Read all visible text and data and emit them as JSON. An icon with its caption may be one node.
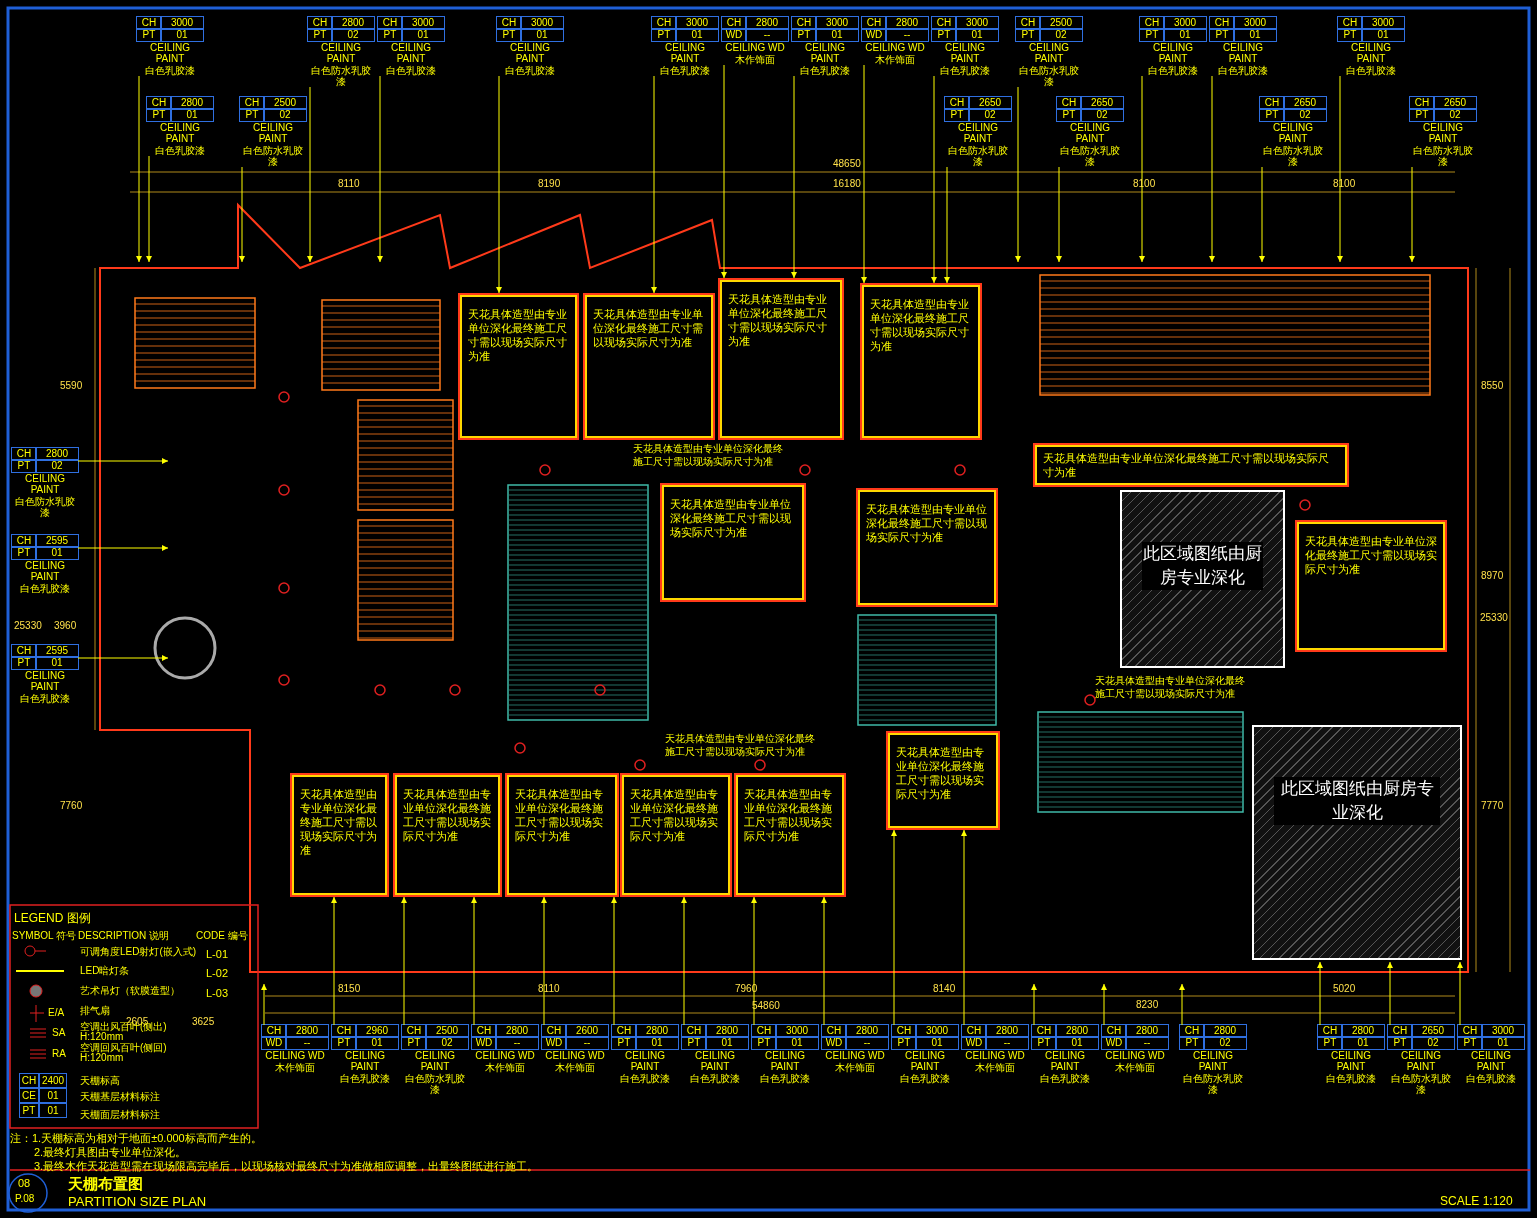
{
  "diagram": {
    "title": "天棚布置图",
    "nodes": [
      {
        "text": [
          "天花具体造型由专业单位深化最终施工尺寸需以现场实际尺寸为准"
        ]
      },
      {
        "text": [
          "天花具体造型由专业单位深化最终施工尺寸需以现场实际尺寸为准"
        ]
      },
      {
        "text": [
          "天花具体造型由专业单位深化最终施工尺寸需以现场实际尺寸为准"
        ]
      },
      {
        "text": [
          "天花具体造型由专业单位深化最终施工尺寸需以现场实际尺寸为准"
        ]
      },
      {
        "text": [
          "天花具体造型由专业单位深化最终施工尺寸需以现场实际尺寸为准"
        ]
      },
      {
        "text": [
          "天花具体造型由专业单位深化最终施工尺寸需以现场实际尺寸为准"
        ]
      },
      {
        "text": [
          "天花具体造型由专业单位深化最终施工尺寸需以现场实际尺寸为准"
        ]
      },
      {
        "text": [
          "此区域图纸由厨房专业深化"
        ]
      },
      {
        "text": [
          "此区域图纸由厨房专业深化"
        ]
      },
      {
        "text": [
          "天花具体造型由专业单位深化最终施工尺寸需以现场实际尺寸为准"
        ]
      },
      {
        "text": [
          "天花具体造型由专业单位深化最终施工尺寸需以现场实际尺寸为准"
        ]
      },
      {
        "text": [
          "天花具体造型由专业单位深化最终施工尺寸需以现场实际尺寸为准"
        ]
      },
      {
        "text": [
          "天花具体造型由专业单位深化最终施工尺寸需以现场实际尺寸为准"
        ]
      },
      {
        "text": [
          "天花具体造型由专业单位深化最终施工尺寸需以现场实际尺寸为准"
        ]
      },
      {
        "text": [
          "天花具体造型由专业单位深化最终施工尺寸需以现场实际尺寸为准"
        ]
      },
      {
        "text": [
          "天花具体造型由专业单位深化最终施工尺寸需以现场实际尺寸为准"
        ]
      },
      {
        "text": [
          "CH",
          "3000",
          "PT",
          "01",
          "CEILING PAINT",
          "白色乳胶漆"
        ]
      },
      {
        "text": [
          "CH",
          "2800",
          "PT",
          "02",
          "CEILING PAINT",
          "白色防水乳胶漆"
        ]
      },
      {
        "text": [
          "CH",
          "3000",
          "PT",
          "01",
          "CEILING PAINT",
          "白色乳胶漆"
        ]
      },
      {
        "text": [
          "CH",
          "3000",
          "PT",
          "01",
          "CEILING PAINT",
          "白色乳胶漆"
        ]
      },
      {
        "text": [
          "CH",
          "3000",
          "PT",
          "01",
          "CEILING PAINT",
          "白色乳胶漆"
        ]
      },
      {
        "text": [
          "CH",
          "2800",
          "WD",
          "--",
          "CEILING WD",
          "木作饰面"
        ]
      },
      {
        "text": [
          "CH",
          "3000",
          "PT",
          "01",
          "CEILING PAINT",
          "白色乳胶漆"
        ]
      },
      {
        "text": [
          "CH",
          "2800",
          "WD",
          "--",
          "CEILING WD",
          "木作饰面"
        ]
      },
      {
        "text": [
          "CH",
          "3000",
          "PT",
          "01",
          "CEILING PAINT",
          "白色乳胶漆"
        ]
      },
      {
        "text": [
          "CH",
          "2500",
          "PT",
          "02",
          "CEILING PAINT",
          "白色防水乳胶漆"
        ]
      },
      {
        "text": [
          "CH",
          "3000",
          "PT",
          "01",
          "CEILING PAINT",
          "白色乳胶漆"
        ]
      },
      {
        "text": [
          "CH",
          "3000",
          "PT",
          "01",
          "CEILING PAINT",
          "白色乳胶漆"
        ]
      },
      {
        "text": [
          "CH",
          "3000",
          "PT",
          "01",
          "CEILING PAINT",
          "白色乳胶漆"
        ]
      },
      {
        "text": [
          "CH",
          "2800",
          "PT",
          "01",
          "CEILING PAINT",
          "白色乳胶漆"
        ]
      },
      {
        "text": [
          "CH",
          "2500",
          "PT",
          "02",
          "CEILING PAINT",
          "白色防水乳胶漆"
        ]
      },
      {
        "text": [
          "CH",
          "2650",
          "PT",
          "02",
          "CEILING PAINT",
          "白色防水乳胶漆"
        ]
      },
      {
        "text": [
          "CH",
          "2650",
          "PT",
          "02",
          "CEILING PAINT",
          "白色防水乳胶漆"
        ]
      },
      {
        "text": [
          "CH",
          "2650",
          "PT",
          "02",
          "CEILING PAINT",
          "白色防水乳胶漆"
        ]
      },
      {
        "text": [
          "CH",
          "2650",
          "PT",
          "02",
          "CEILING PAINT",
          "白色防水乳胶漆"
        ]
      },
      {
        "text": [
          "CH",
          "2800",
          "PT",
          "02",
          "CEILING PAINT",
          "白色防水乳胶漆"
        ]
      },
      {
        "text": [
          "CH",
          "2595",
          "PT",
          "01",
          "CEILING PAINT",
          "白色乳胶漆"
        ]
      },
      {
        "text": [
          "CH",
          "2595",
          "PT",
          "01",
          "CEILING PAINT",
          "白色乳胶漆"
        ]
      },
      {
        "text": [
          "CH",
          "2800",
          "WD",
          "--",
          "CEILING WD",
          "木作饰面"
        ]
      },
      {
        "text": [
          "CH",
          "2960",
          "PT",
          "01",
          "CEILING PAINT",
          "白色乳胶漆"
        ]
      },
      {
        "text": [
          "CH",
          "2500",
          "PT",
          "02",
          "CEILING PAINT",
          "白色防水乳胶漆"
        ]
      },
      {
        "text": [
          "CH",
          "2800",
          "WD",
          "--",
          "CEILING WD",
          "木作饰面"
        ]
      },
      {
        "text": [
          "CH",
          "2600",
          "WD",
          "--",
          "CEILING WD",
          "木作饰面"
        ]
      },
      {
        "text": [
          "CH",
          "2800",
          "PT",
          "01",
          "CEILING PAINT",
          "白色乳胶漆"
        ]
      },
      {
        "text": [
          "CH",
          "2800",
          "PT",
          "01",
          "CEILING PAINT",
          "白色乳胶漆"
        ]
      },
      {
        "text": [
          "CH",
          "3000",
          "PT",
          "01",
          "CEILING PAINT",
          "白色乳胶漆"
        ]
      },
      {
        "text": [
          "CH",
          "2800",
          "WD",
          "--",
          "CEILING WD",
          "木作饰面"
        ]
      },
      {
        "text": [
          "CH",
          "3000",
          "PT",
          "01",
          "CEILING PAINT",
          "白色乳胶漆"
        ]
      },
      {
        "text": [
          "CH",
          "2800",
          "WD",
          "--",
          "CEILING WD",
          "木作饰面"
        ]
      },
      {
        "text": [
          "CH",
          "2800",
          "PT",
          "01",
          "CEILING PAINT",
          "白色乳胶漆"
        ]
      },
      {
        "text": [
          "CH",
          "2800",
          "WD",
          "--",
          "CEILING WD",
          "木作饰面"
        ]
      },
      {
        "text": [
          "CH",
          "2800",
          "PT",
          "02",
          "CEILING PAINT",
          "白色防水乳胶漆"
        ]
      },
      {
        "text": [
          "CH",
          "2800",
          "PT",
          "01",
          "CEILING PAINT",
          "白色乳胶漆"
        ]
      },
      {
        "text": [
          "CH",
          "2650",
          "PT",
          "02",
          "CEILING PAINT",
          "白色防水乳胶漆"
        ]
      },
      {
        "text": [
          "CH",
          "3000",
          "PT",
          "01",
          "CEILING PAINT",
          "白色乳胶漆"
        ]
      }
    ],
    "edges": [
      {
        "from": 16,
        "to": null,
        "arrow": "to"
      },
      {
        "from": 17,
        "to": null,
        "arrow": "to"
      },
      {
        "from": 18,
        "to": null,
        "arrow": "to"
      },
      {
        "from": 19,
        "to": 0,
        "arrow": "to"
      },
      {
        "from": 20,
        "to": 1,
        "arrow": "to"
      },
      {
        "from": 21,
        "to": 2,
        "arrow": "to"
      },
      {
        "from": 22,
        "to": 2,
        "arrow": "to"
      },
      {
        "from": 23,
        "to": 3,
        "arrow": "to"
      },
      {
        "from": 24,
        "to": 3,
        "arrow": "to"
      },
      {
        "from": 25,
        "to": null,
        "arrow": "to"
      },
      {
        "from": 26,
        "to": null,
        "arrow": "to"
      },
      {
        "from": 27,
        "to": null,
        "arrow": "to"
      },
      {
        "from": 28,
        "to": null,
        "arrow": "to"
      },
      {
        "from": 29,
        "to": null,
        "arrow": "to"
      },
      {
        "from": 30,
        "to": null,
        "arrow": "to"
      },
      {
        "from": 31,
        "to": 3,
        "arrow": "to"
      },
      {
        "from": 32,
        "to": null,
        "arrow": "to"
      },
      {
        "from": 33,
        "to": null,
        "arrow": "to"
      },
      {
        "from": 34,
        "to": null,
        "arrow": "to"
      },
      {
        "from": 35,
        "to": null,
        "arrow": "to"
      },
      {
        "from": 36,
        "to": null,
        "arrow": "to"
      },
      {
        "from": 37,
        "to": null,
        "arrow": "to"
      },
      {
        "from": 38,
        "to": null,
        "arrow": "to"
      },
      {
        "from": 39,
        "to": 10,
        "arrow": "to"
      },
      {
        "from": 40,
        "to": 11,
        "arrow": "to"
      },
      {
        "from": 41,
        "to": 11,
        "arrow": "to"
      },
      {
        "from": 42,
        "to": 12,
        "arrow": "to"
      },
      {
        "from": 43,
        "to": 12,
        "arrow": "to"
      },
      {
        "from": 44,
        "to": 13,
        "arrow": "to"
      },
      {
        "from": 45,
        "to": 14,
        "arrow": "to"
      },
      {
        "from": 46,
        "to": 14,
        "arrow": "to"
      },
      {
        "from": 47,
        "to": 15,
        "arrow": "to"
      },
      {
        "from": 48,
        "to": 15,
        "arrow": "to"
      },
      {
        "from": 49,
        "to": null,
        "arrow": "to"
      },
      {
        "from": 50,
        "to": null,
        "arrow": "to"
      },
      {
        "from": 51,
        "to": null,
        "arrow": "to"
      },
      {
        "from": 52,
        "to": 8,
        "arrow": "to"
      },
      {
        "from": 53,
        "to": 8,
        "arrow": "to"
      },
      {
        "from": 54,
        "to": 8,
        "arrow": "to"
      }
    ],
    "labels": [
      "LEGEND 图例",
      "SYMBOL 符号",
      "DESCRIPTION 说明",
      "CODE 编号",
      "L-01",
      "L-02",
      "L-03",
      "E/A",
      "SA",
      "RA",
      "CH",
      "2400",
      "CE",
      "01",
      "PT",
      "01",
      "注：1.天棚标高为相对于地面±0.000标高而产生的。",
      "2.最终灯具图由专业单位深化。",
      "3.最终木作天花造型需在现场限高完毕后，以现场核对最终尺寸为准做相应调整，出量终图纸进行施工。",
      "08",
      "P.08",
      "PARTITION SIZE PLAN",
      "SCALE 1:120",
      "48650",
      "8110",
      "8190",
      "16180",
      "8100",
      "8100",
      "8150",
      "8110",
      "7960",
      "8140",
      "8230",
      "5020",
      "54860",
      "5590",
      "25330",
      "3960",
      "7760",
      "8550",
      "8970",
      "25330",
      "7770",
      "2605",
      "3625",
      "天花具体造型由专业单位深化最终施工尺寸需以现场实际尺寸为准",
      "天花具体造型由专业单位深化最终施工尺寸需以现场实际尺寸为准",
      "天花具体造型由专业单位深化最终施工尺寸需以现场实际尺寸为准"
    ],
    "legend": [
      {
        "text": "可调角度LED射灯(嵌入式)"
      },
      {
        "text": "LED暗灯条"
      },
      {
        "text": "艺术吊灯（软膜造型）"
      },
      {
        "text": "排气扇"
      },
      {
        "text": "空调出风百叶(侧出) H:120mm"
      },
      {
        "text": "空调回风百叶(侧回) H:120mm"
      },
      {
        "text": "天棚标高"
      },
      {
        "text": "天棚基层材料标注"
      },
      {
        "text": "天棚面层材料标注"
      }
    ]
  }
}
